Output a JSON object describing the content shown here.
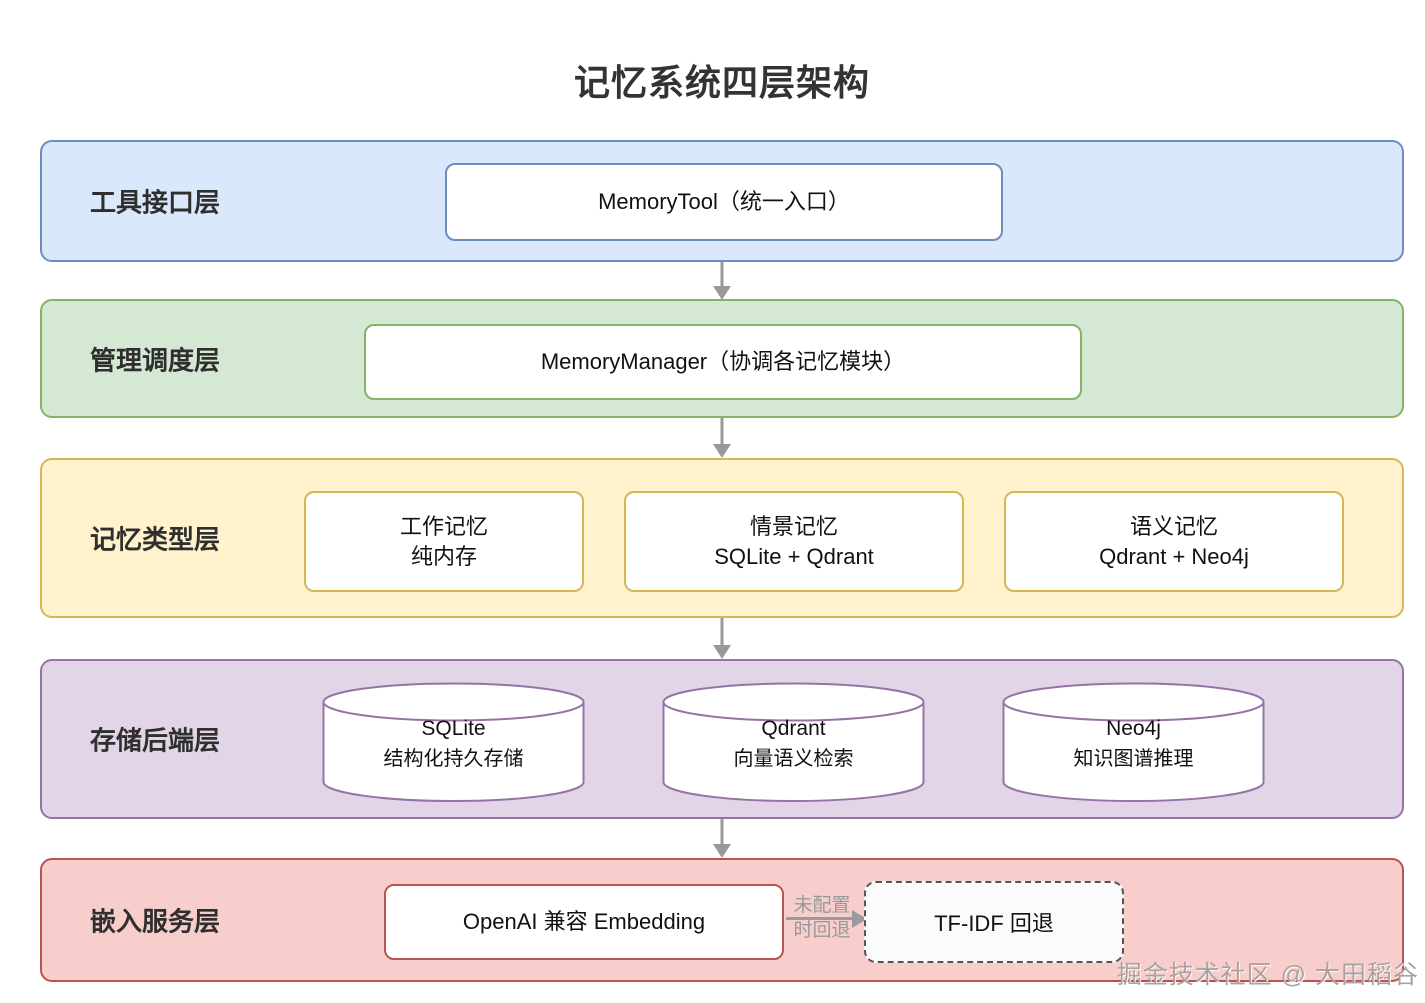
{
  "title": "记忆系统四层架构",
  "layers": [
    {
      "label": "工具接口层",
      "box": "MemoryTool（统一入口）"
    },
    {
      "label": "管理调度层",
      "box": "MemoryManager（协调各记忆模块）"
    },
    {
      "label": "记忆类型层",
      "boxes": [
        {
          "line1": "工作记忆",
          "line2": "纯内存"
        },
        {
          "line1": "情景记忆",
          "line2": "SQLite + Qdrant"
        },
        {
          "line1": "语义记忆",
          "line2": "Qdrant + Neo4j"
        }
      ]
    },
    {
      "label": "存储后端层",
      "cylinders": [
        {
          "line1": "SQLite",
          "line2": "结构化持久存储"
        },
        {
          "line1": "Qdrant",
          "line2": "向量语义检索"
        },
        {
          "line1": "Neo4j",
          "line2": "知识图谱推理"
        }
      ]
    },
    {
      "label": "嵌入服务层",
      "box": "OpenAI 兼容 Embedding",
      "fallback_label_line1": "未配置",
      "fallback_label_line2": "时回退",
      "fallback_box": "TF-IDF 回退"
    }
  ],
  "colors": {
    "tool_fill": "#dae8fc",
    "tool_stroke": "#6c8ebf",
    "manager_fill": "#d5e8d4",
    "manager_stroke": "#82b366",
    "memory_fill": "#fff2cc",
    "memory_stroke": "#d6b656",
    "storage_fill": "#e1d5e7",
    "storage_stroke": "#9673a6",
    "embedding_fill": "#f8cecc",
    "embedding_stroke": "#b85450",
    "arrow": "#999999"
  },
  "watermark": "掘金技术社区 @ 大田稻谷"
}
